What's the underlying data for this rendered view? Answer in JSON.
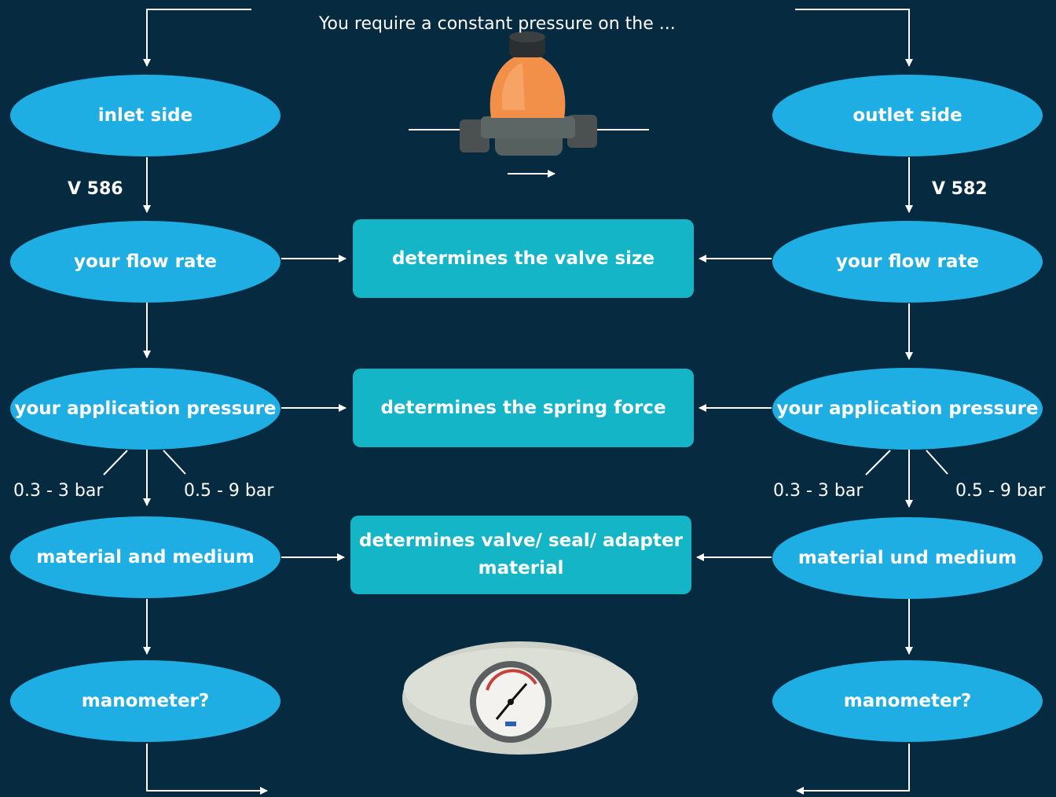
{
  "header": "You require a constant pressure on the ...",
  "left": {
    "side": "inlet side",
    "model": "V 586",
    "flow": "your flow rate",
    "pressure": "your application pressure",
    "range_low": "0.3 - 3 bar",
    "range_high": "0.5 - 9 bar",
    "material": "material and medium",
    "manometer": "manometer?"
  },
  "right": {
    "side": "outlet side",
    "model": "V 582",
    "flow": "your flow rate",
    "pressure": "your application pressure",
    "range_low": "0.3 - 3 bar",
    "range_high": "0.5 - 9 bar",
    "material": "material und medium",
    "manometer": "manometer?"
  },
  "center": {
    "valve_size": "determines the valve size",
    "spring_force": "determines the spring force",
    "material": "determines valve/ seal/ adapter material"
  },
  "colors": {
    "background": "#062b40",
    "ellipse": "#1eaee3",
    "box": "#15b5c8"
  }
}
